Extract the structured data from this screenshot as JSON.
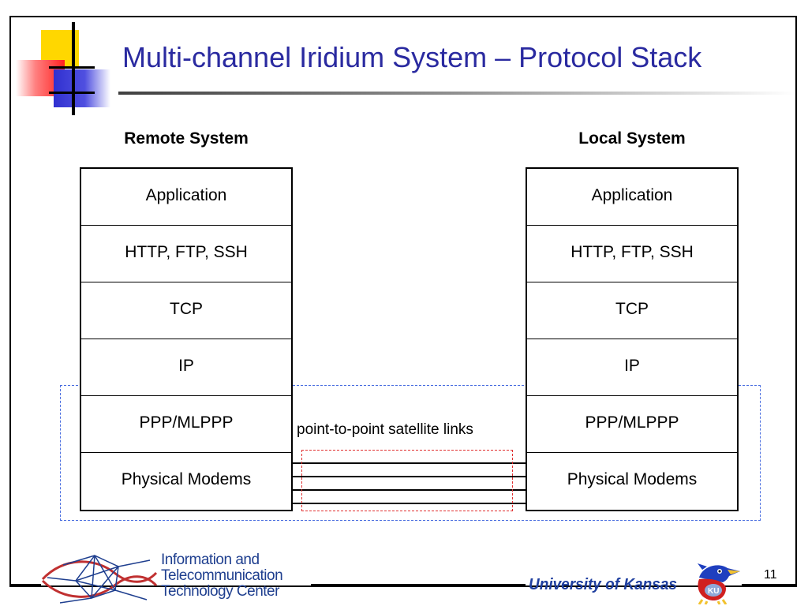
{
  "title": "Multi-channel Iridium System – Protocol Stack",
  "remote": {
    "label": "Remote System",
    "layers": [
      "Application",
      "HTTP, FTP, SSH",
      "TCP",
      "IP",
      "PPP/MLPPP",
      "Physical Modems"
    ]
  },
  "local": {
    "label": "Local System",
    "layers": [
      "Application",
      "HTTP, FTP, SSH",
      "TCP",
      "IP",
      "PPP/MLPPP",
      "Physical Modems"
    ]
  },
  "link_label": "point-to-point satellite links",
  "footer": {
    "itc_line1": "Information and",
    "itc_line2": "Telecommunication",
    "itc_line3": "Technology Center",
    "university": "University of Kansas",
    "jayhawk_label": "KU",
    "page_number": "11"
  },
  "colors": {
    "title": "#2a2aa0",
    "group_dash": "#4a6ee0",
    "link_dash": "#e03030",
    "footer_text": "#1f3f8f"
  }
}
